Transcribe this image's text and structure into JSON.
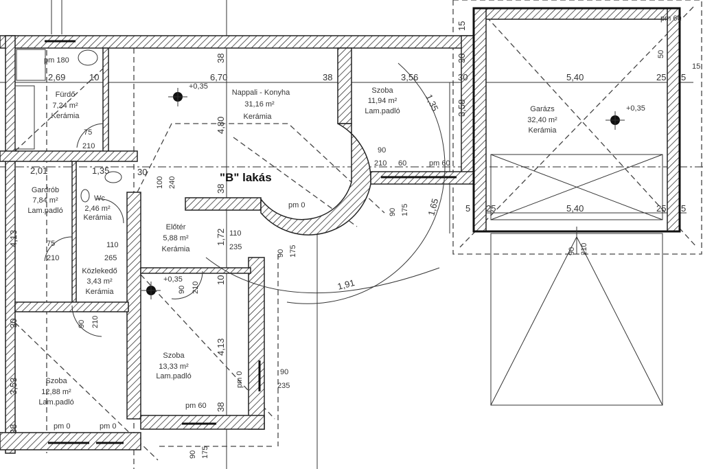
{
  "plan": {
    "title": "\"B\" lakás",
    "rooms": [
      {
        "name": "Fürdő",
        "area": "7,24 m²",
        "floor": "Kerámia"
      },
      {
        "name": "Nappali - Konyha",
        "area": "31,16 m²",
        "floor": "Kerámia"
      },
      {
        "name": "Szoba",
        "area": "11,94 m²",
        "floor": "Lam.padló"
      },
      {
        "name": "Garázs",
        "area": "32,40 m²",
        "floor": "Kerámia"
      },
      {
        "name": "Gardrób",
        "area": "7,84 m²",
        "floor": "Lam.padló"
      },
      {
        "name": "Wc",
        "area": "2,46 m²",
        "floor": "Kerámia"
      },
      {
        "name": "Előtér",
        "area": "5,88 m²",
        "floor": "Kerámia"
      },
      {
        "name": "Közlekedő",
        "area": "3,43 m²",
        "floor": "Kerámia"
      },
      {
        "name": "Szoba",
        "area": "12,88 m²",
        "floor": "Lam.padló"
      },
      {
        "name": "Szoba",
        "area": "13,33 m²",
        "floor": "Lam.padló"
      }
    ],
    "levels": [
      "+0,35",
      "+0,35",
      "+0,35"
    ],
    "dimensions": {
      "top": [
        "2,69",
        "10",
        "6,70",
        "38",
        "3,56",
        "30",
        "5,40",
        "25",
        "5"
      ],
      "mid": [
        "2,01",
        "1,35",
        "30"
      ],
      "garage_bottom": [
        "5",
        "25",
        "5,40",
        "25",
        "5"
      ],
      "vertical": [
        "4,80",
        "38",
        "38",
        "3,58",
        "30",
        "4,13",
        "3,53",
        "4,13",
        "1,72",
        "10",
        "38",
        "30",
        "38",
        "15",
        "50",
        "15"
      ],
      "arcs": [
        "1,35",
        "1,65",
        "1,91"
      ],
      "openings": [
        "pm 180",
        "75",
        "210",
        "100",
        "240",
        "110",
        "235",
        "75",
        "210",
        "110",
        "265",
        "90",
        "210",
        "90",
        "210",
        "90",
        "235",
        "90",
        "210",
        "60",
        "90",
        "175",
        "90",
        "175",
        "90",
        "175",
        "90",
        "210"
      ],
      "sills": [
        "pm 0",
        "pm 60",
        "pm 60",
        "pm 0",
        "pm 60",
        "pm 0",
        "pm 0"
      ]
    }
  }
}
